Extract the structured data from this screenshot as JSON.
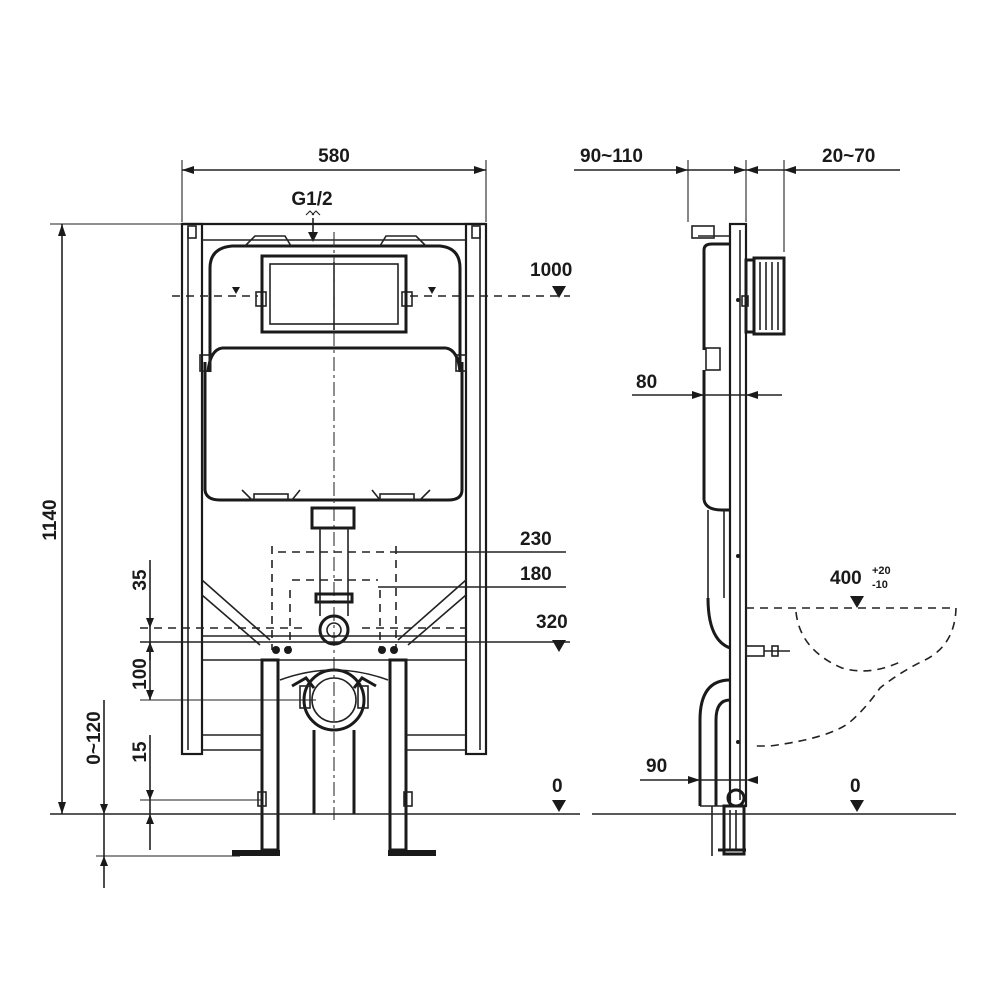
{
  "front_view": {
    "width": "580",
    "water_inlet": "G1/2",
    "height": "1140",
    "flush_plate_level": "1000",
    "dim_230": "230",
    "dim_180": "180",
    "dim_320": "320",
    "dim_35": "35",
    "dim_100": "100",
    "dim_15": "15",
    "adjust_range": "0~120",
    "floor_level": "0"
  },
  "side_view": {
    "depth_range": "90~110",
    "wall_range": "20~70",
    "frame_depth": "80",
    "bowl_height": "400",
    "bowl_tol_plus": "+20",
    "bowl_tol_minus": "-10",
    "base_depth": "90",
    "floor_level": "0"
  }
}
